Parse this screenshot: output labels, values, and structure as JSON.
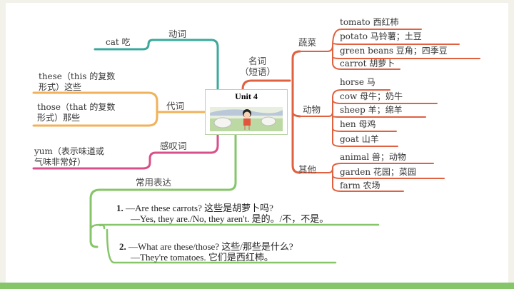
{
  "center": {
    "title": "Unit 4",
    "illustration": "girl-on-farm-illustration"
  },
  "colors": {
    "verb": "#3aa99b",
    "pronoun": "#f0b25a",
    "interjection": "#d94f8a",
    "expressions": "#86c56a",
    "nouns": "#e0613f",
    "footer": "#86c56a"
  },
  "branches": {
    "verb": {
      "label": "动词",
      "items": [
        "cat 吃"
      ]
    },
    "pronoun": {
      "label": "代词",
      "items": [
        {
          "line1": "these（this 的复数",
          "line2": "形式）这些"
        },
        {
          "line1": "those（that 的复数",
          "line2": "形式）那些"
        }
      ]
    },
    "interjection": {
      "label": "感叹词",
      "items": [
        {
          "line1": "yum（表示味道或",
          "line2": "气味非常好）"
        }
      ]
    },
    "expressions": {
      "label": "常用表达",
      "items": [
        {
          "number": "1.",
          "line1": "—Are these carrots?  这些是胡萝卜吗?",
          "line2": "—Yes, they are./No, they aren't. 是的。/不，不是。"
        },
        {
          "number": "2.",
          "line1": "—What are these/those?  这些/那些是什么?",
          "line2": "—They're tomatoes. 它们是西红柿。"
        }
      ]
    },
    "nouns": {
      "label1": "名词",
      "label2": "（短语）",
      "groups": [
        {
          "label": "蔬菜",
          "items": [
            "tomato 西红柿",
            "potato 马铃薯；土豆",
            "green beans 豆角；四季豆",
            "carrot 胡萝卜"
          ]
        },
        {
          "label": "动物",
          "items": [
            "horse 马",
            "cow 母牛；奶牛",
            "sheep 羊；绵羊",
            "hen 母鸡",
            "goat 山羊"
          ]
        },
        {
          "label": "其他",
          "items": [
            "animal 兽；动物",
            "garden 花园；菜园",
            "farm 农场"
          ]
        }
      ]
    }
  }
}
